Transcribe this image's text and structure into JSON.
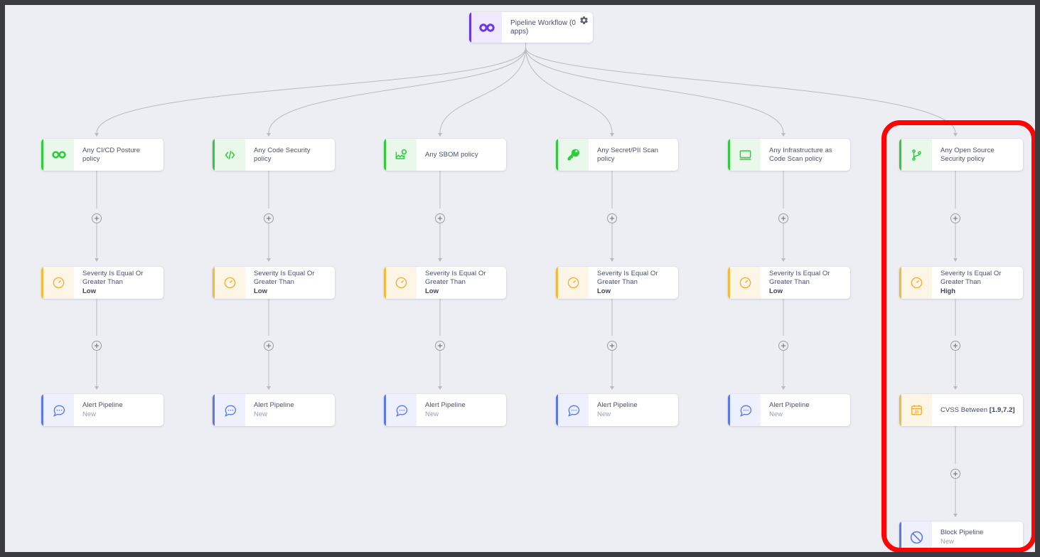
{
  "canvas": {
    "background": "#edeef3",
    "frame_color": "#3a3a40"
  },
  "root": {
    "title": "Pipeline Workflow (0 apps)",
    "icon": "infinity-icon",
    "accent_color": "#6c38e0",
    "settings_icon": "gear-icon"
  },
  "columns": [
    {
      "policy": {
        "title": "Any CI/CD Posture policy",
        "icon": "infinity-icon",
        "accent_color": "#2fcc3c"
      },
      "condition": {
        "title": "Severity Is Equal Or Greater Than",
        "value": "Low",
        "icon": "gauge-icon",
        "accent_color": "#f6b93b"
      },
      "action": {
        "title": "Alert Pipeline",
        "status": "New",
        "icon": "chat-bubble-icon",
        "accent_color": "#5a78e8"
      }
    },
    {
      "policy": {
        "title": "Any Code Security policy",
        "icon": "code-brackets-icon",
        "accent_color": "#2fcc3c"
      },
      "condition": {
        "title": "Severity Is Equal Or Greater Than",
        "value": "Low",
        "icon": "gauge-icon",
        "accent_color": "#f6b93b"
      },
      "action": {
        "title": "Alert Pipeline",
        "status": "New",
        "icon": "chat-bubble-icon",
        "accent_color": "#5a78e8"
      }
    },
    {
      "policy": {
        "title": "Any SBOM policy",
        "icon": "image-gear-icon",
        "accent_color": "#2fcc3c"
      },
      "condition": {
        "title": "Severity Is Equal Or Greater Than",
        "value": "Low",
        "icon": "gauge-icon",
        "accent_color": "#f6b93b"
      },
      "action": {
        "title": "Alert Pipeline",
        "status": "New",
        "icon": "chat-bubble-icon",
        "accent_color": "#5a78e8"
      }
    },
    {
      "policy": {
        "title": "Any Secret/PII Scan policy",
        "icon": "key-icon",
        "accent_color": "#2fcc3c"
      },
      "condition": {
        "title": "Severity Is Equal Or Greater Than",
        "value": "Low",
        "icon": "gauge-icon",
        "accent_color": "#f6b93b"
      },
      "action": {
        "title": "Alert Pipeline",
        "status": "New",
        "icon": "chat-bubble-icon",
        "accent_color": "#5a78e8"
      }
    },
    {
      "policy": {
        "title": "Any Infrastructure as Code Scan policy",
        "icon": "monitor-icon",
        "accent_color": "#2fcc3c"
      },
      "condition": {
        "title": "Severity Is Equal Or Greater Than",
        "value": "Low",
        "icon": "gauge-icon",
        "accent_color": "#f6b93b"
      },
      "action": {
        "title": "Alert Pipeline",
        "status": "New",
        "icon": "chat-bubble-icon",
        "accent_color": "#5a78e8"
      }
    },
    {
      "policy": {
        "title": "Any Open Source Security policy",
        "icon": "git-branch-icon",
        "accent_color": "#2fcc3c"
      },
      "condition": {
        "title": "Severity Is Equal Or Greater Than",
        "value": "High",
        "icon": "gauge-icon",
        "accent_color": "#f6b93b"
      },
      "condition2": {
        "title": "CVSS Between ",
        "value": "[1.9,7.2]",
        "icon": "calendar-30-icon",
        "accent_color": "#f6b93b"
      },
      "action": {
        "title": "Block Pipeline",
        "status": "New",
        "icon": "block-icon",
        "accent_color": "#5a78e8"
      }
    }
  ],
  "add_button": {
    "icon": "plus-icon",
    "label": "+"
  },
  "highlight": {
    "color": "#fb0505",
    "target": "open-source-security-branch"
  }
}
